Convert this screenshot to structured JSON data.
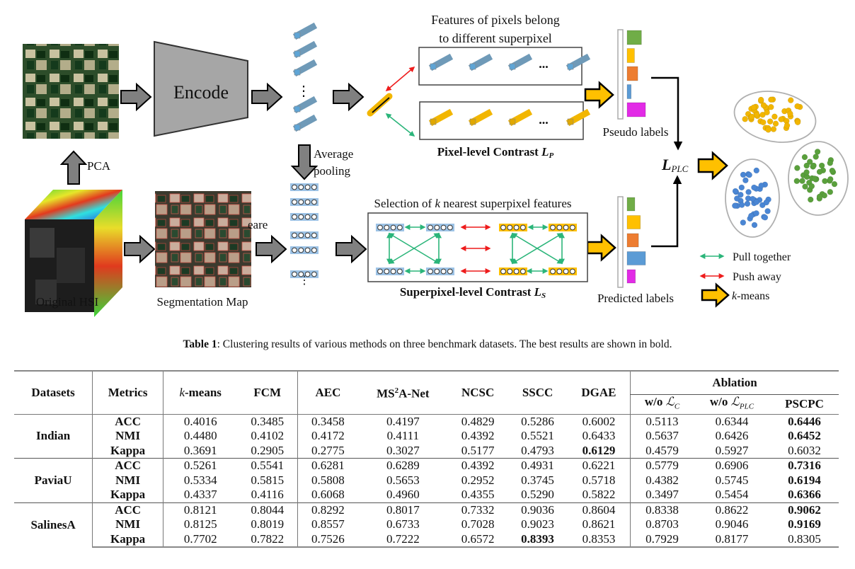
{
  "figure": {
    "labels": {
      "encode": "Encode",
      "pca": "PCA",
      "original_hsi": "Original HSI",
      "segmentation_map": "Segmentation Map",
      "stray_text": "eare",
      "average": "Average",
      "pooling": "pooling",
      "features_line1": "Features of pixels belong",
      "features_line2": "to different superpixel",
      "pixel_contrast": "Pixel-level Contrast ",
      "pixel_contrast_symbol": "L",
      "pixel_contrast_sub": "P",
      "selection": "Selection of ",
      "selection_k": "k",
      "selection_rest": " nearest superpixel features",
      "superpixel_contrast": "Superpixel-level Contrast ",
      "superpixel_contrast_symbol": "L",
      "superpixel_contrast_sub": "S",
      "pseudo_labels": "Pseudo labels",
      "predicted_labels": "Predicted labels",
      "loss_symbol": "L",
      "loss_sub": "PLC",
      "ellipsis": "...",
      "vdots": "⋮"
    },
    "legend": [
      {
        "icon": "green-double-arrow-icon",
        "label": "Pull together",
        "color": "#2bb57a"
      },
      {
        "icon": "red-double-arrow-icon",
        "label": "Push away",
        "color": "#ee1c1c"
      },
      {
        "icon": "yellow-block-arrow-icon",
        "label_italic": "k",
        "label": "-means",
        "color": "#ffc000"
      }
    ],
    "colors": {
      "pixel_blue": "#6f9ab8",
      "pixel_yellow": "#f2b600",
      "gray_arrow": "#808080",
      "yellow_arrow": "#ffc000",
      "superpixel_blue": "#9dc3e6",
      "superpixel_yellow": "#ffc000",
      "cluster_yellow": "#f2b600",
      "cluster_blue": "#4a86d4",
      "cluster_green": "#5aa03c",
      "label_green": "#70ad47",
      "label_yellow": "#ffc000",
      "label_orange": "#ed7d31",
      "label_blue": "#5b9bd5",
      "label_magenta": "#e22be6"
    },
    "pseudo_label_bars": [
      0.78,
      0.4,
      0.58,
      0.22,
      1.0
    ],
    "predicted_label_bars": [
      0.42,
      0.72,
      0.62,
      1.0,
      0.45
    ]
  },
  "caption": {
    "label": "Table 1",
    "text": ": Clustering results of various methods on three benchmark datasets. The best results are shown in bold."
  },
  "table": {
    "headers": {
      "datasets": "Datasets",
      "metrics": "Metrics",
      "kmeans_k": "k",
      "kmeans_rest": "-means",
      "fcm": "FCM",
      "aec": "AEC",
      "ms2anet_pre": "MS",
      "ms2anet_sup": "2",
      "ms2anet_post": "A-Net",
      "ncsc": "NCSC",
      "sscc": "SSCC",
      "dgae": "DGAE",
      "ablation": "Ablation",
      "wo_lc_prefix": "w/o ",
      "wo_lc_symbol": "ℒ",
      "wo_lc_sub": "C",
      "wo_lplc_prefix": "w/o ",
      "wo_lplc_symbol": "ℒ",
      "wo_lplc_sub": "PLC",
      "pscpc": "PSCPC"
    },
    "groups": [
      {
        "dataset": "Indian",
        "rows": [
          {
            "metric": "ACC",
            "values": [
              "0.4016",
              "0.3485",
              "0.3458",
              "0.4197",
              "0.4829",
              "0.5286",
              "0.6002",
              "0.5113",
              "0.6344",
              "0.6446"
            ],
            "bold": [
              9
            ]
          },
          {
            "metric": "NMI",
            "values": [
              "0.4480",
              "0.4102",
              "0.4172",
              "0.4111",
              "0.4392",
              "0.5521",
              "0.6433",
              "0.5637",
              "0.6426",
              "0.6452"
            ],
            "bold": [
              9
            ]
          },
          {
            "metric": "Kappa",
            "values": [
              "0.3691",
              "0.2905",
              "0.2775",
              "0.3027",
              "0.5177",
              "0.4793",
              "0.6129",
              "0.4579",
              "0.5927",
              "0.6032"
            ],
            "bold": [
              6
            ]
          }
        ]
      },
      {
        "dataset": "PaviaU",
        "rows": [
          {
            "metric": "ACC",
            "values": [
              "0.5261",
              "0.5541",
              "0.6281",
              "0.6289",
              "0.4392",
              "0.4931",
              "0.6221",
              "0.5779",
              "0.6906",
              "0.7316"
            ],
            "bold": [
              9
            ]
          },
          {
            "metric": "NMI",
            "values": [
              "0.5334",
              "0.5815",
              "0.5808",
              "0.5653",
              "0.2952",
              "0.3745",
              "0.5718",
              "0.4382",
              "0.5745",
              "0.6194"
            ],
            "bold": [
              9
            ]
          },
          {
            "metric": "Kappa",
            "values": [
              "0.4337",
              "0.4116",
              "0.6068",
              "0.4960",
              "0.4355",
              "0.5290",
              "0.5822",
              "0.3497",
              "0.5454",
              "0.6366"
            ],
            "bold": [
              9
            ]
          }
        ]
      },
      {
        "dataset": "SalinesA",
        "rows": [
          {
            "metric": "ACC",
            "values": [
              "0.8121",
              "0.8044",
              "0.8292",
              "0.8017",
              "0.7332",
              "0.9036",
              "0.8604",
              "0.8338",
              "0.8622",
              "0.9062"
            ],
            "bold": [
              9
            ]
          },
          {
            "metric": "NMI",
            "values": [
              "0.8125",
              "0.8019",
              "0.8557",
              "0.6733",
              "0.7028",
              "0.9023",
              "0.8621",
              "0.8703",
              "0.9046",
              "0.9169"
            ],
            "bold": [
              9
            ]
          },
          {
            "metric": "Kappa",
            "values": [
              "0.7702",
              "0.7822",
              "0.7526",
              "0.7222",
              "0.6572",
              "0.8393",
              "0.8353",
              "0.7929",
              "0.8177",
              "0.8305"
            ],
            "bold": [
              5
            ]
          }
        ]
      }
    ]
  }
}
